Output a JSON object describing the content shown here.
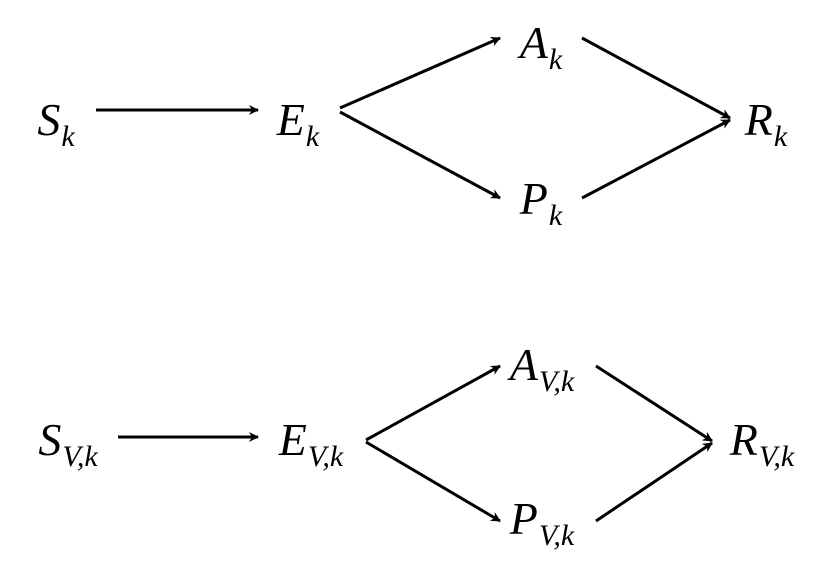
{
  "diagrams": [
    {
      "nodes": [
        {
          "id": "S",
          "base": "S",
          "sub": "k"
        },
        {
          "id": "E",
          "base": "E",
          "sub": "k"
        },
        {
          "id": "A",
          "base": "A",
          "sub": "k"
        },
        {
          "id": "P",
          "base": "P",
          "sub": "k"
        },
        {
          "id": "R",
          "base": "R",
          "sub": "k"
        }
      ],
      "edges": [
        {
          "from": "S",
          "to": "E"
        },
        {
          "from": "E",
          "to": "A"
        },
        {
          "from": "E",
          "to": "P"
        },
        {
          "from": "A",
          "to": "R"
        },
        {
          "from": "P",
          "to": "R"
        }
      ]
    },
    {
      "nodes": [
        {
          "id": "S",
          "base": "S",
          "sub": "V,k"
        },
        {
          "id": "E",
          "base": "E",
          "sub": "V,k"
        },
        {
          "id": "A",
          "base": "A",
          "sub": "V,k"
        },
        {
          "id": "P",
          "base": "P",
          "sub": "V,k"
        },
        {
          "id": "R",
          "base": "R",
          "sub": "V,k"
        }
      ],
      "edges": [
        {
          "from": "S",
          "to": "E"
        },
        {
          "from": "E",
          "to": "A"
        },
        {
          "from": "E",
          "to": "P"
        },
        {
          "from": "A",
          "to": "R"
        },
        {
          "from": "P",
          "to": "R"
        }
      ]
    }
  ]
}
